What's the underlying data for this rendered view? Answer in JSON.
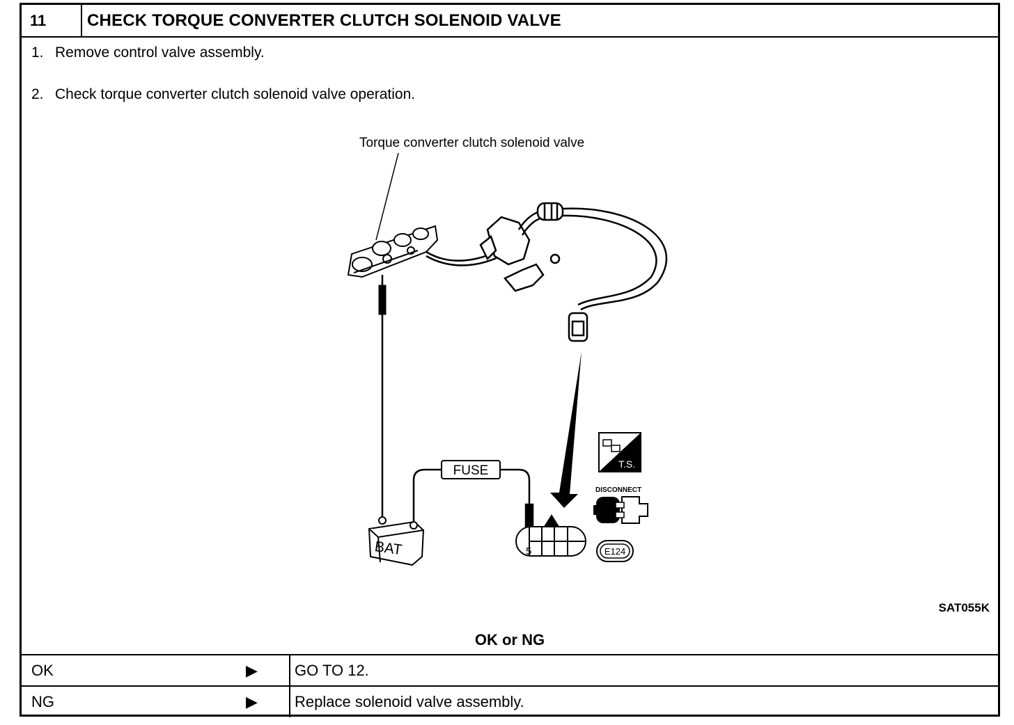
{
  "header": {
    "step_number": "11",
    "title": "CHECK TORQUE CONVERTER CLUTCH SOLENOID VALVE"
  },
  "steps": [
    {
      "num": "1.",
      "text": "Remove control valve assembly."
    },
    {
      "num": "2.",
      "text": "Check torque converter clutch solenoid valve operation."
    }
  ],
  "diagram": {
    "callout": "Torque converter clutch solenoid valve",
    "fuse_label": "FUSE",
    "battery_label": "BAT",
    "terminal_number": "5",
    "ts_badge": "T.S.",
    "disconnect_label": "DISCONNECT",
    "connector_code": "E124",
    "figure_ref": "SAT055K"
  },
  "verdict": "OK or NG",
  "results": [
    {
      "key": "OK",
      "arrow": "▶",
      "action": "GO TO 12."
    },
    {
      "key": "NG",
      "arrow": "▶",
      "action": "Replace solenoid valve assembly."
    }
  ]
}
